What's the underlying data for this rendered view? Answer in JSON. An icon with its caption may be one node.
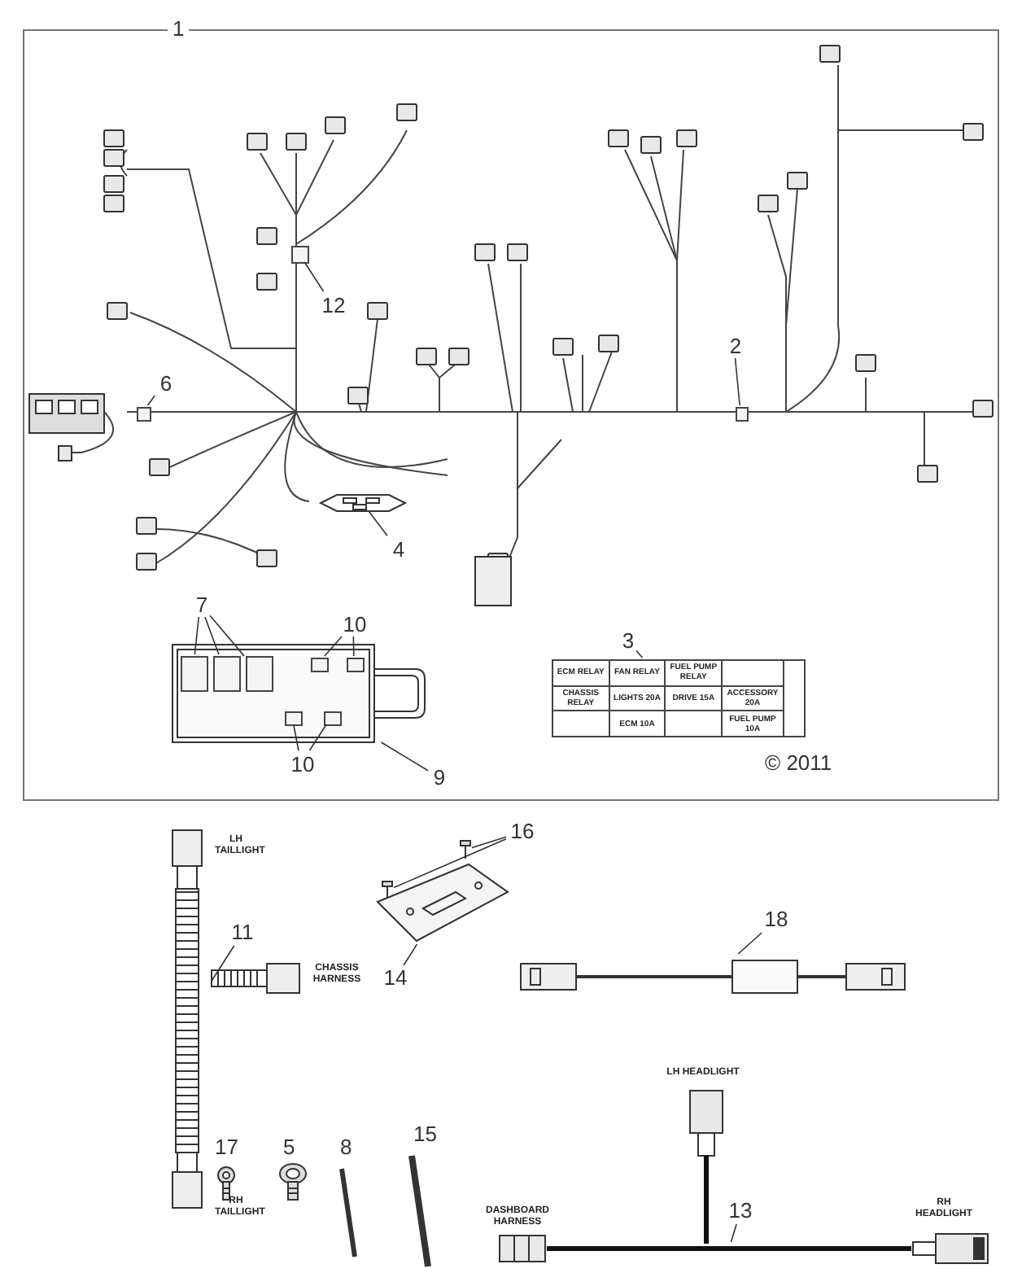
{
  "diagram": {
    "nodes": [
      {
        "text": [
          "1"
        ]
      },
      {
        "text": [
          "12"
        ],
        "in": 0
      },
      {
        "text": [],
        "shape": "box",
        "in": 0
      },
      {
        "text": [
          "6"
        ],
        "in": 0
      },
      {
        "text": [],
        "shape": "box",
        "in": 0
      },
      {
        "text": [
          "2"
        ],
        "in": 0
      },
      {
        "text": [],
        "shape": "box",
        "in": 0
      },
      {
        "text": [
          "4"
        ],
        "in": 0
      },
      {
        "text": [],
        "shape": "picture",
        "in": 0
      },
      {
        "text": [
          "7"
        ],
        "in": 0
      },
      {
        "text": [],
        "shape": "picture",
        "in": 0
      },
      {
        "text": [],
        "shape": "box",
        "in": 10
      },
      {
        "text": [],
        "shape": "box",
        "in": 10
      },
      {
        "text": [],
        "shape": "box",
        "in": 10
      },
      {
        "text": [
          "10"
        ],
        "in": 0
      },
      {
        "text": [],
        "shape": "box",
        "in": 10
      },
      {
        "text": [],
        "shape": "box",
        "in": 10
      },
      {
        "text": [
          "10"
        ],
        "in": 0
      },
      {
        "text": [],
        "shape": "box",
        "in": 10
      },
      {
        "text": [],
        "shape": "box",
        "in": 10
      },
      {
        "text": [
          "9"
        ],
        "in": 0
      },
      {
        "text": [
          "3"
        ],
        "in": 0
      },
      {
        "text": [
          "ECM RELAY",
          "FAN RELAY",
          "FUEL PUMP RELAY",
          "CHASSIS RELAY",
          "LIGHTS 20A",
          "DRIVE 15A",
          "ACCESSORY 20A",
          "ECM 10A",
          "FUEL PUMP 10A"
        ],
        "in": 0
      },
      {
        "text": [
          "16"
        ]
      },
      {
        "text": [],
        "shape": "picture"
      },
      {
        "text": [],
        "shape": "picture"
      },
      {
        "text": [
          "14"
        ]
      },
      {
        "text": [],
        "shape": "picture"
      },
      {
        "text": [
          "11"
        ]
      },
      {
        "text": [],
        "shape": "picture"
      },
      {
        "text": [
          "18"
        ]
      },
      {
        "text": [],
        "shape": "picture"
      },
      {
        "text": [
          "13"
        ]
      },
      {
        "text": [],
        "shape": "picture"
      },
      {
        "text": [],
        "shape": "picture",
        "beside": [
          "17"
        ]
      },
      {
        "text": [],
        "shape": "picture",
        "beside": [
          "5"
        ]
      },
      {
        "text": [],
        "shape": "picture",
        "beside": [
          "8"
        ]
      },
      {
        "text": [],
        "shape": "picture",
        "beside": [
          "15"
        ]
      }
    ],
    "edges": [
      {
        "from": 1,
        "to": 2,
        "arrow": "none"
      },
      {
        "from": 3,
        "to": 4,
        "arrow": "none"
      },
      {
        "from": 5,
        "to": 6,
        "arrow": "none"
      },
      {
        "from": 7,
        "to": 8,
        "arrow": "none"
      },
      {
        "from": 9,
        "to": 11,
        "arrow": "none"
      },
      {
        "from": 9,
        "to": 12,
        "arrow": "none"
      },
      {
        "from": 9,
        "to": 13,
        "arrow": "none"
      },
      {
        "from": 14,
        "to": 15,
        "arrow": "none"
      },
      {
        "from": 14,
        "to": 16,
        "arrow": "none"
      },
      {
        "from": 17,
        "to": 18,
        "arrow": "none"
      },
      {
        "from": 17,
        "to": 19,
        "arrow": "none"
      },
      {
        "from": 20,
        "to": 10,
        "arrow": "none"
      },
      {
        "from": 21,
        "to": 22,
        "arrow": "none"
      },
      {
        "from": 23,
        "to": 24,
        "arrow": "none"
      },
      {
        "from": 23,
        "to": 25,
        "arrow": "none"
      },
      {
        "from": 26,
        "to": 27,
        "arrow": "none"
      },
      {
        "from": 28,
        "to": 29,
        "arrow": "none"
      },
      {
        "from": 30,
        "to": 31,
        "arrow": "none"
      },
      {
        "from": 32,
        "to": 33,
        "arrow": "none"
      }
    ],
    "labels": [
      "© 2011",
      "LH TAILLIGHT",
      "CHASSIS HARNESS",
      "RH TAILLIGHT",
      "LH HEADLIGHT",
      "DASHBOARD HARNESS",
      "RH HEADLIGHT"
    ]
  }
}
